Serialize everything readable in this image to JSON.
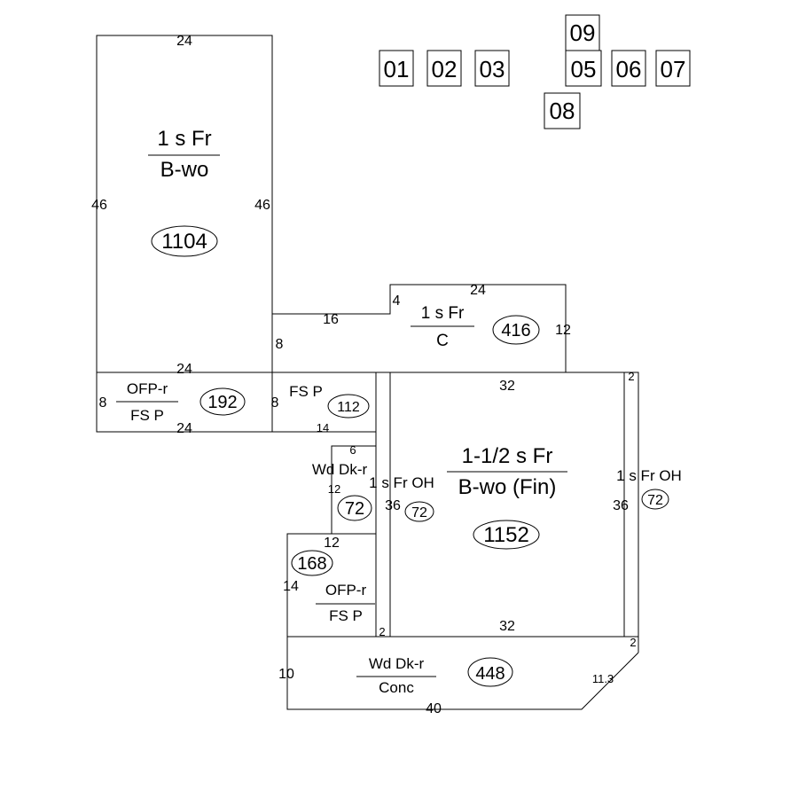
{
  "page_tags": [
    "01",
    "02",
    "03",
    "09",
    "05",
    "06",
    "07",
    "08"
  ],
  "areas": {
    "main_upper": {
      "story": "1 s Fr",
      "basement": "B-wo",
      "sqft": "1104"
    },
    "upper_right": {
      "story": "1 s Fr",
      "basement": "C",
      "sqft": "416"
    },
    "ofp_upper": {
      "story": "OFP-r",
      "basement": "FS P",
      "sqft": "192"
    },
    "fsp": {
      "story": "FS P",
      "sqft": "112"
    },
    "main_lower": {
      "story": "1-1/2 s Fr",
      "basement": "B-wo (Fin)",
      "sqft": "1152"
    },
    "wd_dk_left": {
      "story": "Wd Dk-r",
      "sqft": "72"
    },
    "oh_left": {
      "story": "1 s Fr OH",
      "sqft": "72"
    },
    "oh_right": {
      "story": "1 s Fr OH",
      "sqft": "72"
    },
    "ofp_lower": {
      "story": "OFP-r",
      "basement": "FS P",
      "sqft": "168"
    },
    "wd_dk_bottom": {
      "story": "Wd Dk-r",
      "basement": "Conc",
      "sqft": "448"
    }
  },
  "dimensions": {
    "main_upper_top": "24",
    "main_upper_left": "46",
    "main_upper_right": "46",
    "main_upper_bottom": "24",
    "step_run": "16",
    "step_rise": "4",
    "upper_right_top": "24",
    "upper_right_right": "12",
    "upper_right_left": "8",
    "ofp_left": "8",
    "ofp_right": "8",
    "ofp_bottom": "24",
    "fsp_bottom": "14",
    "main_lower_top": "32",
    "main_lower_bottom": "32",
    "main_lower_left": "36",
    "main_lower_right": "36",
    "oh_right_top": "2",
    "oh_right_bottom": "2",
    "oh_left_bottom": "2",
    "wd_dk_top": "6",
    "wd_dk_side": "12",
    "ofp_lower_top": "12",
    "ofp_lower_left": "14",
    "bottom_left": "10",
    "bottom_bottom": "40",
    "bottom_diag": "11.3"
  }
}
